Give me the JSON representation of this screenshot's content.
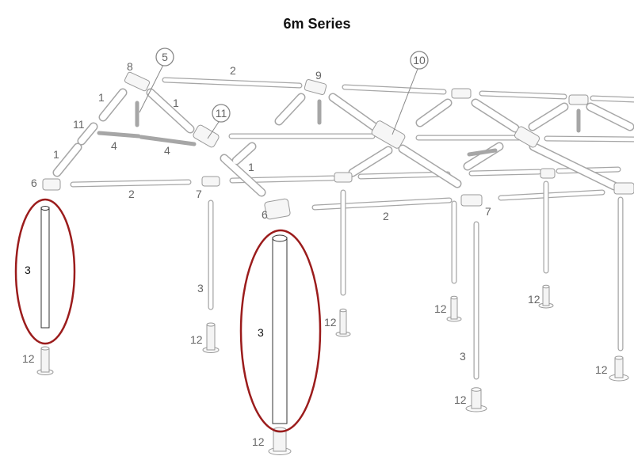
{
  "title": "6m Series",
  "labels": {
    "l1a": "1",
    "l1b": "1",
    "l1c": "1",
    "l1d": "1",
    "l2a": "2",
    "l2b": "2",
    "l2c": "2",
    "l3a": "3",
    "l3b": "3",
    "l3c": "3",
    "l3d": "3",
    "l4a": "4",
    "l4b": "4",
    "l6a": "6",
    "l6b": "6",
    "l7a": "7",
    "l7b": "7",
    "l8": "8",
    "l9": "9",
    "l11a": "11",
    "l12a": "12",
    "l12b": "12",
    "l12c": "12",
    "l12d": "12",
    "l12e": "12",
    "l12f": "12",
    "l12g": "12",
    "l12h": "12"
  },
  "callouts": {
    "c5": "5",
    "c10": "10",
    "c11": "11"
  },
  "highlight_color": "#9b1c1c",
  "pipe_color": "#9a9a9a"
}
